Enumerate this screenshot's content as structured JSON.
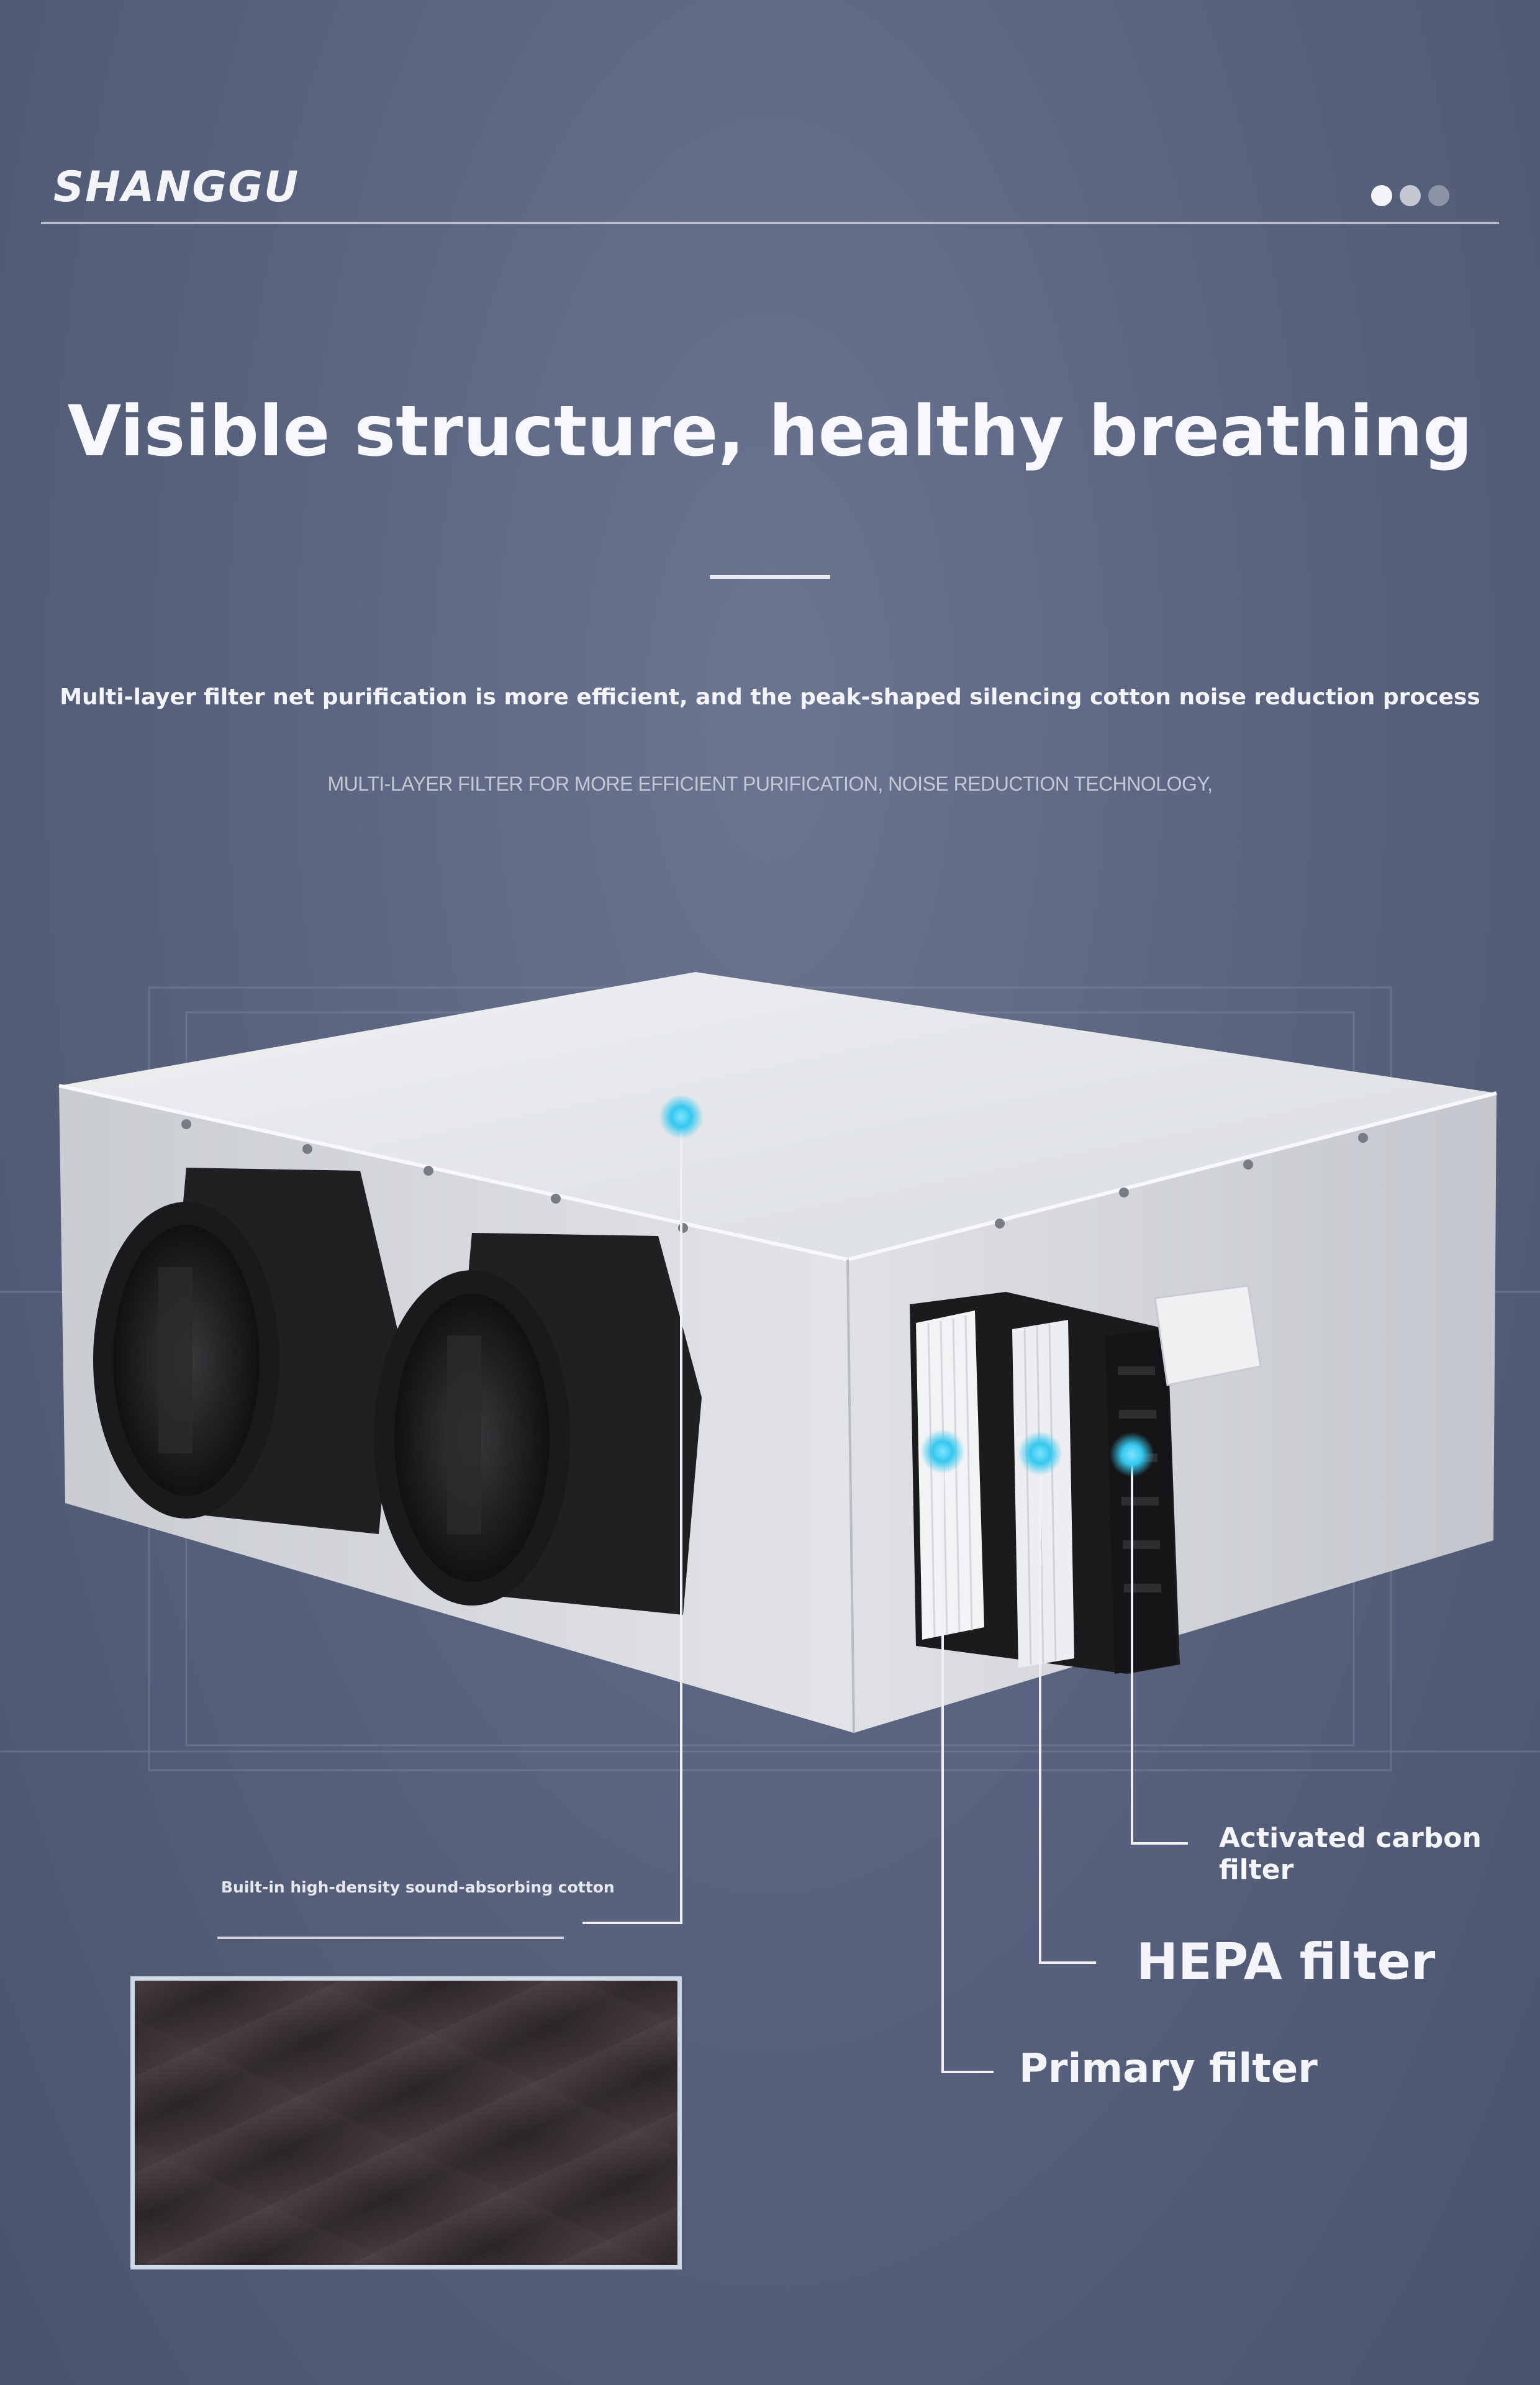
{
  "header": {
    "brand": "SHANGGU",
    "pager_dots": 3,
    "active_dot": 1
  },
  "hero": {
    "title": "Visible structure, healthy breathing",
    "subtitle": "Multi-layer filter net purification is more efficient, and the peak-shaped silencing cotton noise reduction process",
    "subtitle_caps": "MULTI-LAYER FILTER FOR MORE EFFICIENT PURIFICATION, NOISE REDUCTION TECHNOLOGY,"
  },
  "callouts": {
    "cotton": "Built-in high-density sound-absorbing cotton",
    "carbon": "Activated carbon filter",
    "hepa": "HEPA filter",
    "primary": "Primary filter"
  },
  "colors": {
    "background": "#5a6480",
    "marker": "#35c8ef",
    "unit_body": "#e4e6ea",
    "duct": "#1c1c1e"
  }
}
